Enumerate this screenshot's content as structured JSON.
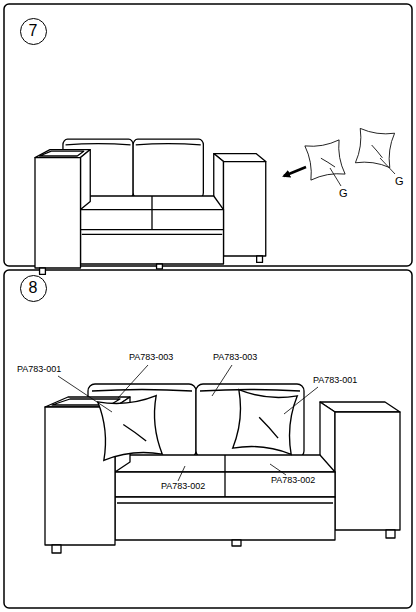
{
  "diagram": {
    "nodes": [
      {
        "text": [
          "7"
        ]
      },
      {
        "text": [
          "8"
        ]
      }
    ],
    "labels": [
      "G",
      "G",
      "PA783-001",
      "PA783-003",
      "PA783-003",
      "PA783-001",
      "PA783-002",
      "PA783-002"
    ]
  }
}
